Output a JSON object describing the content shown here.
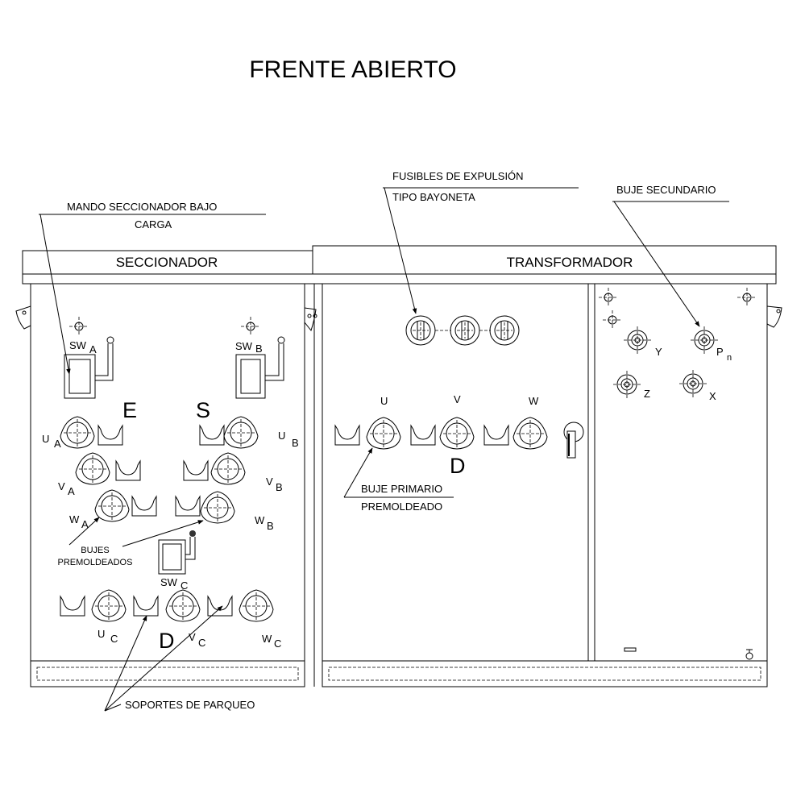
{
  "title": "FRENTE ABIERTO",
  "sections": {
    "left": "SECCIONADOR",
    "right": "TRANSFORMADOR"
  },
  "callouts": {
    "mando_line1": "MANDO SECCIONADOR BAJO",
    "mando_line2": "CARGA",
    "fusibles_line1": "FUSIBLES DE EXPULSIÓN",
    "fusibles_line2": "TIPO BAYONETA",
    "buje_secundario": "BUJE SECUNDARIO",
    "bujes_line1": "BUJES",
    "bujes_line2": "PREMOLDEADOS",
    "buje_primario_line1": "BUJE PRIMARIO",
    "buje_primario_line2": "PREMOLDEADO",
    "soportes": "SOPORTES DE PARQUEO"
  },
  "switches": {
    "sw": "SW",
    "a": "A",
    "b": "B",
    "c": "C"
  },
  "letters": {
    "e": "E",
    "s": "S",
    "d_left": "D",
    "d_right": "D"
  },
  "phase_labels": {
    "u": "U",
    "v": "V",
    "w": "W",
    "a": "A",
    "b": "B",
    "c": "C"
  },
  "primary_labels": {
    "u": "U",
    "v": "V",
    "w": "W"
  },
  "secondary_labels": {
    "y": "Y",
    "p": "P",
    "n": "n",
    "z": "Z",
    "x": "X"
  }
}
